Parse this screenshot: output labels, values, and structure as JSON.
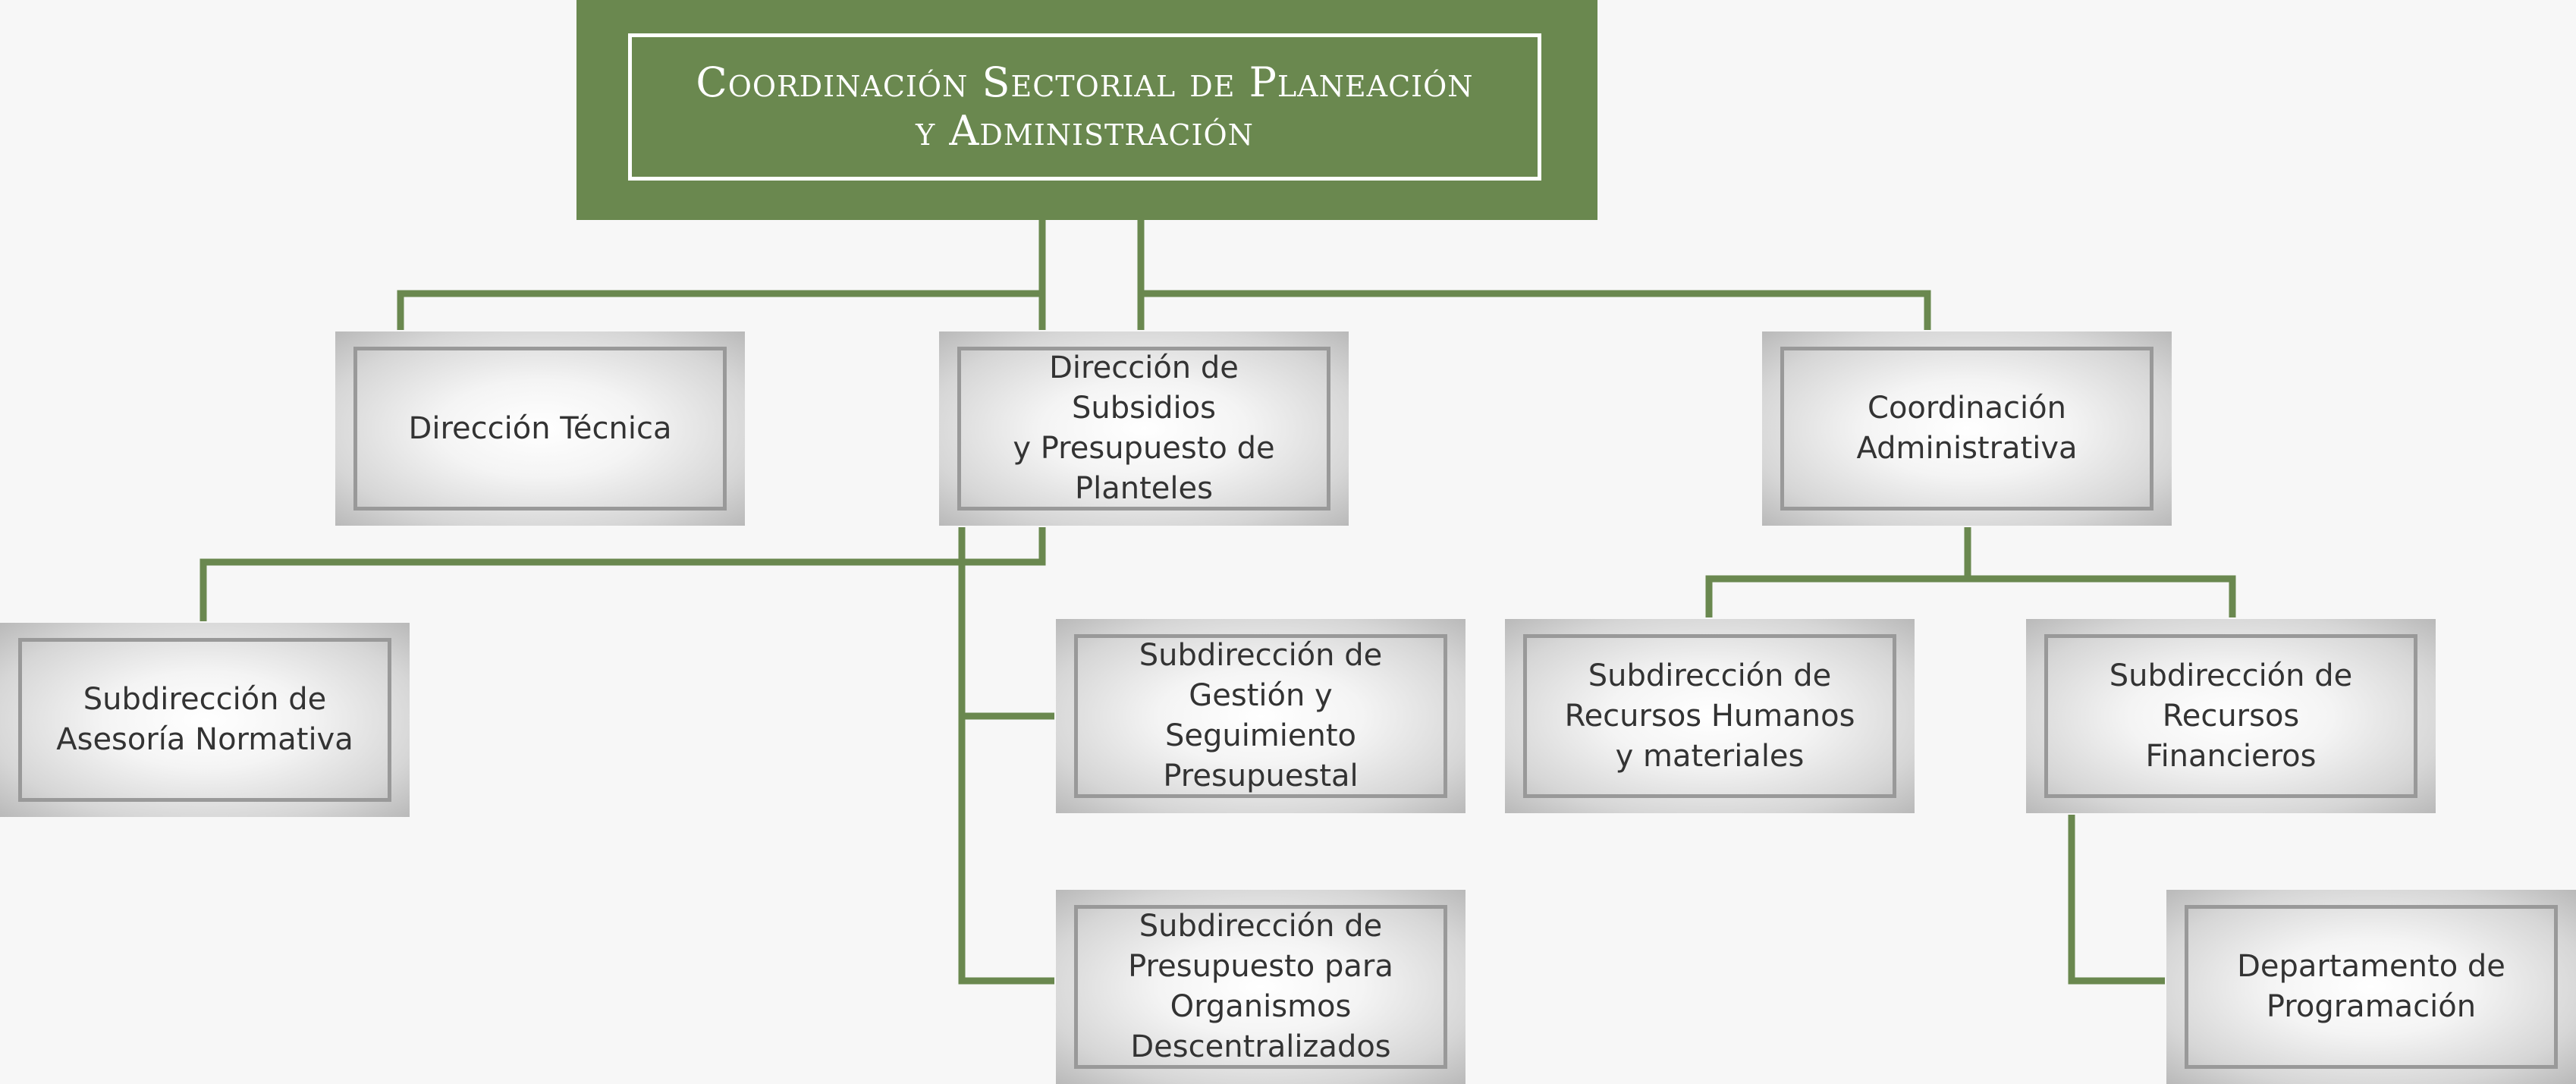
{
  "diagram": {
    "type": "org-chart",
    "line_color": "#6a884f",
    "root": {
      "title_line1": "Coordinación Sectorial de Planeación",
      "title_line2": "y Administración"
    },
    "nodes": [
      {
        "id": "direccion-tecnica",
        "label": "Dirección Técnica"
      },
      {
        "id": "direccion-subsidios",
        "label": "Dirección de\nSubsidios\ny Presupuesto de\nPlanteles"
      },
      {
        "id": "coordinacion-administrativa",
        "label": "Coordinación\nAdministrativa"
      },
      {
        "id": "subdireccion-asesoria",
        "label": "Subdirección de\nAsesoría Normativa"
      },
      {
        "id": "subdireccion-gestion",
        "label": "Subdirección de\nGestión y\nSeguimiento\nPresupuestal"
      },
      {
        "id": "subdireccion-presupuesto",
        "label": "Subdirección de\nPresupuesto para\nOrganismos\nDescentralizados"
      },
      {
        "id": "subdireccion-rh",
        "label": "Subdirección de\nRecursos Humanos\ny materiales"
      },
      {
        "id": "subdireccion-rf",
        "label": "Subdirección de\nRecursos\nFinancieros"
      },
      {
        "id": "departamento-programacion",
        "label": "Departamento de\nProgramación"
      }
    ],
    "edges": [
      {
        "from": "root",
        "to": "direccion-tecnica"
      },
      {
        "from": "root",
        "to": "direccion-subsidios"
      },
      {
        "from": "root",
        "to": "coordinacion-administrativa"
      },
      {
        "from": "direccion-subsidios",
        "to": "subdireccion-asesoria"
      },
      {
        "from": "direccion-subsidios",
        "to": "subdireccion-gestion"
      },
      {
        "from": "direccion-subsidios",
        "to": "subdireccion-presupuesto"
      },
      {
        "from": "coordinacion-administrativa",
        "to": "subdireccion-rh"
      },
      {
        "from": "coordinacion-administrativa",
        "to": "subdireccion-rf"
      },
      {
        "from": "subdireccion-rf",
        "to": "departamento-programacion"
      }
    ]
  }
}
